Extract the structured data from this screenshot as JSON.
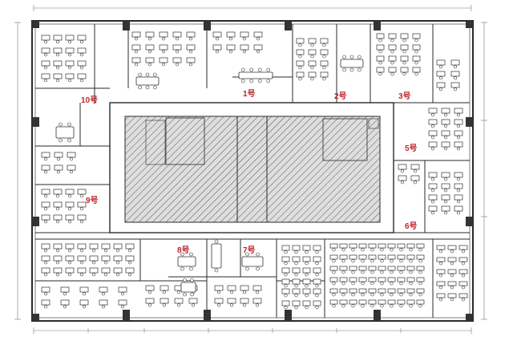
{
  "room_labels": {
    "r1": "1号",
    "r2": "2号",
    "r3": "3号",
    "r5": "5号",
    "r6": "6号",
    "r7": "7号",
    "r8": "8号",
    "r9": "9号",
    "r10": "10号"
  },
  "colors": {
    "label": "#c0272d",
    "wall": "#2a2a2a",
    "pillar": "#333333",
    "core_fill": "#d9d9d9",
    "core_hatch": "#555555"
  }
}
